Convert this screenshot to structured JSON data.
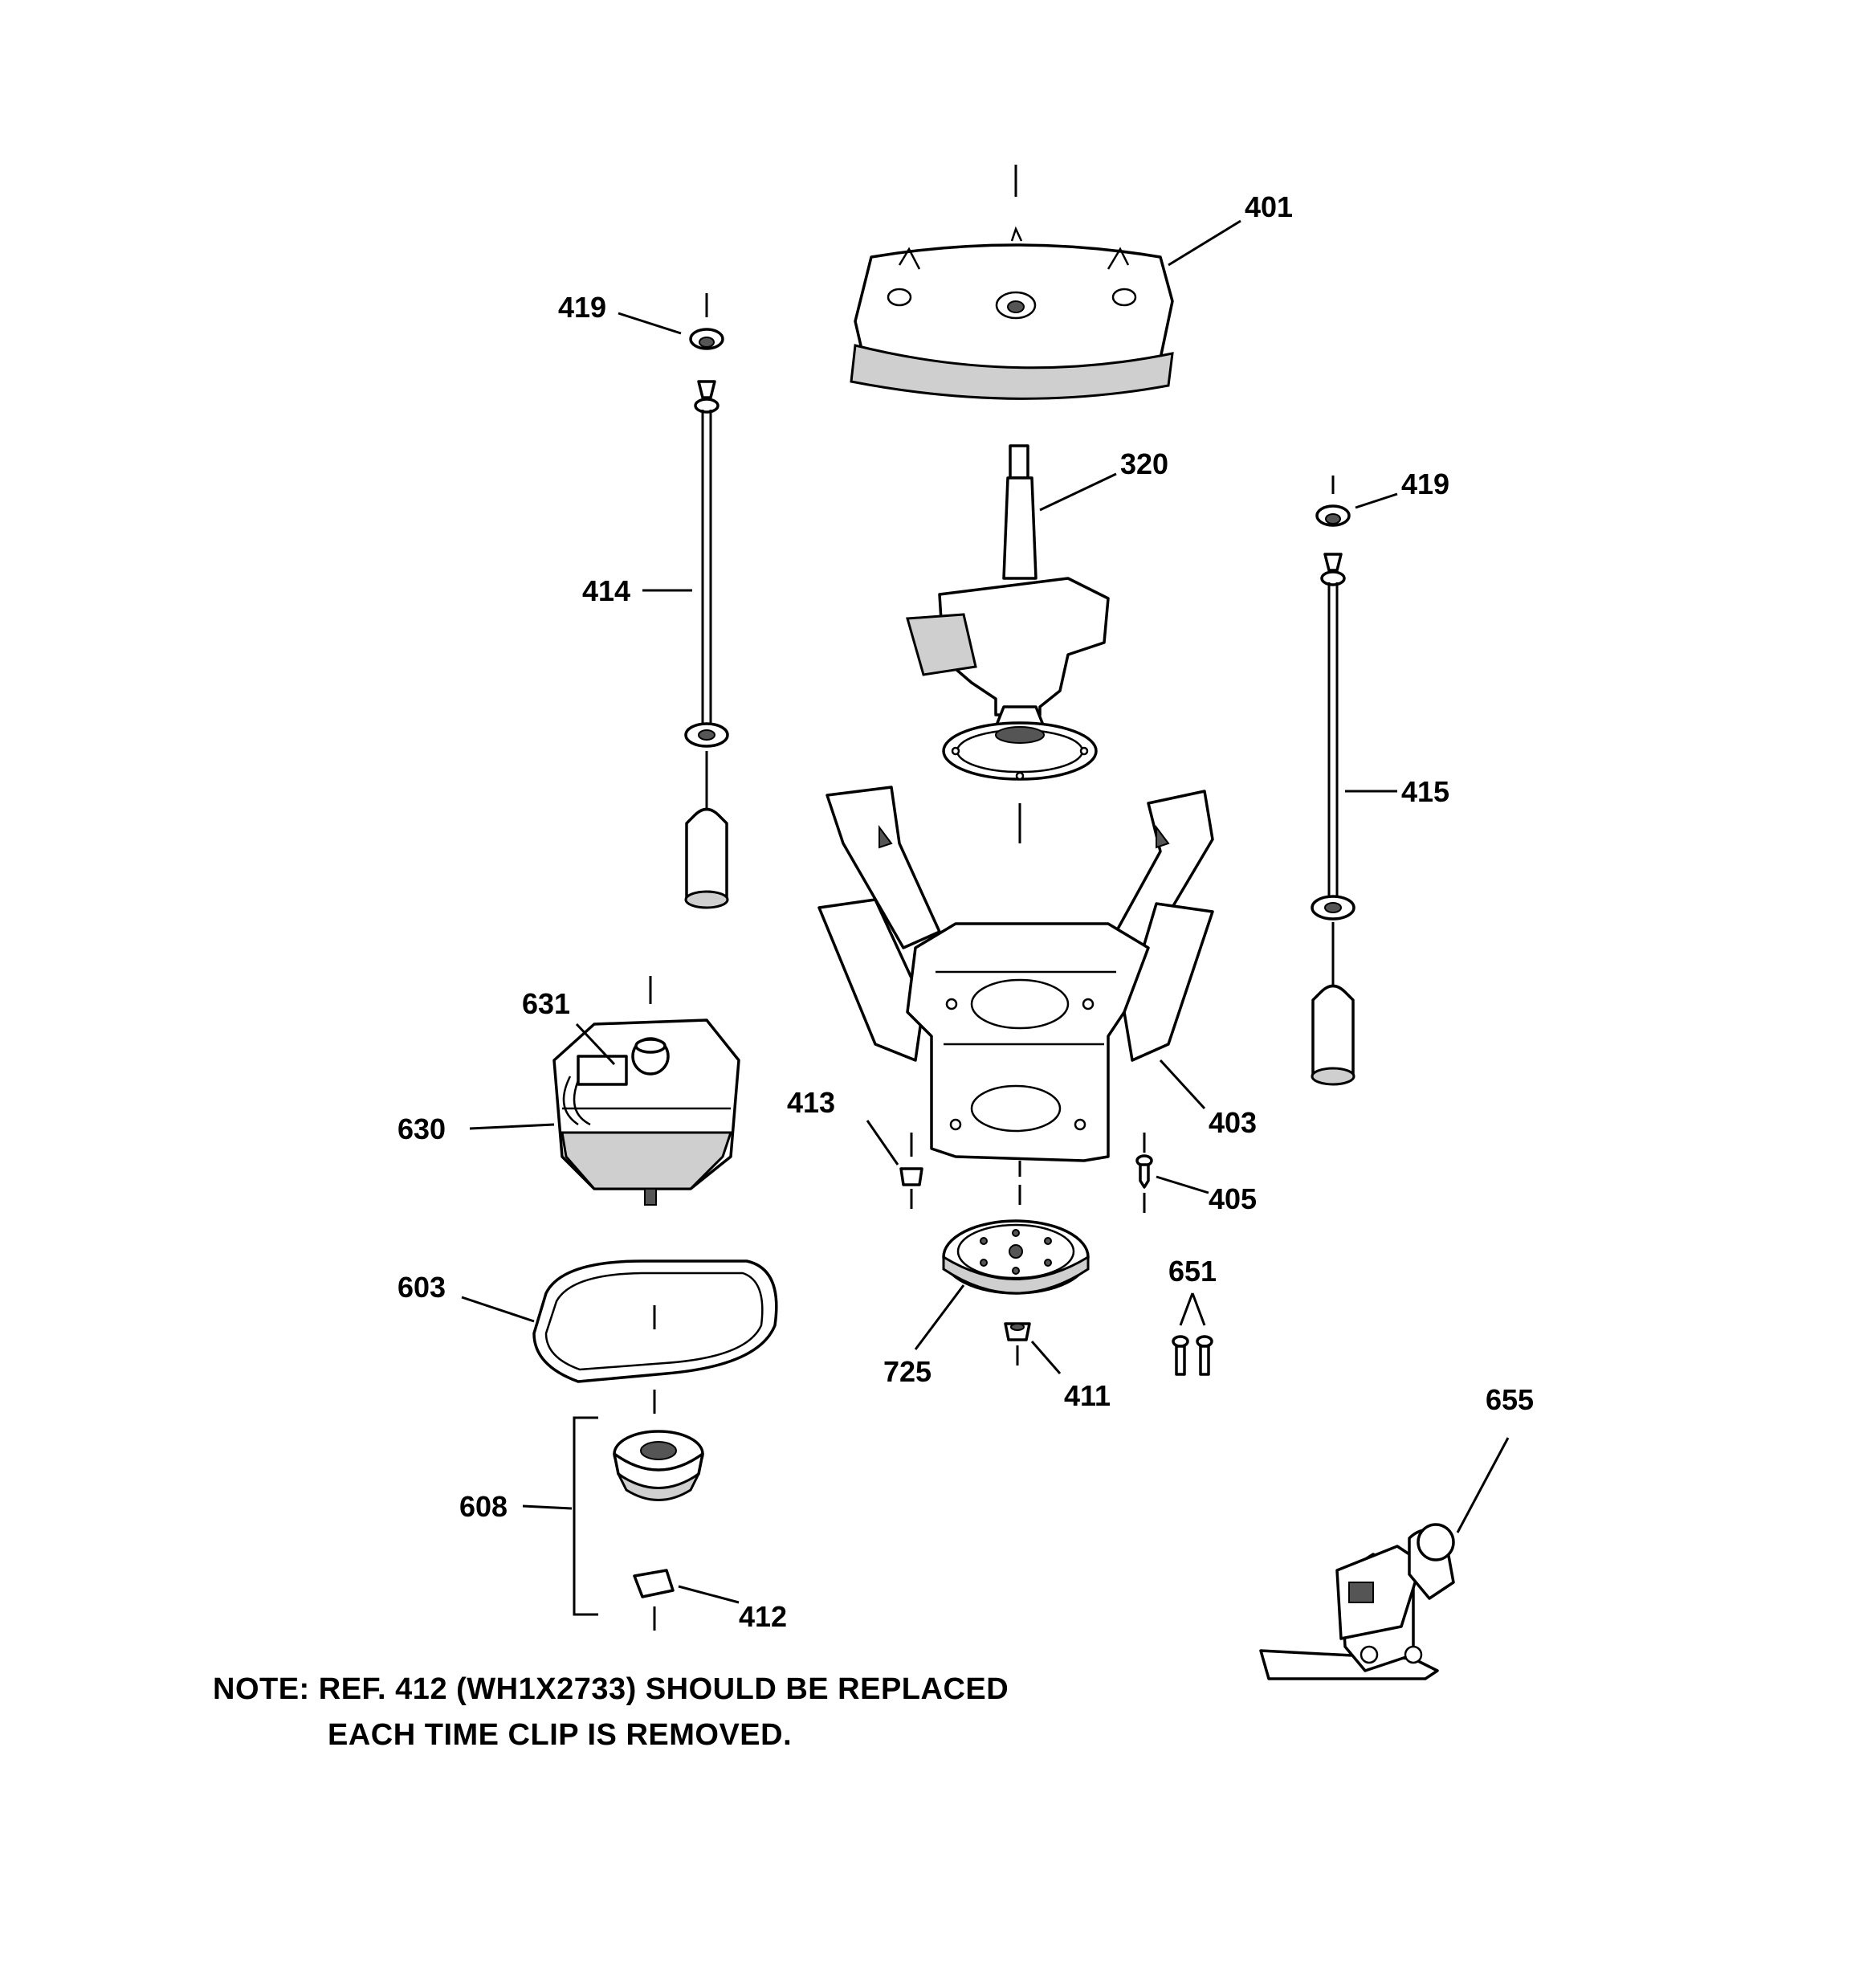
{
  "callouts": {
    "c401": "401",
    "c419a": "419",
    "c320": "320",
    "c419b": "419",
    "c414": "414",
    "c415": "415",
    "c631": "631",
    "c630": "630",
    "c413": "413",
    "c403": "403",
    "c405": "405",
    "c651": "651",
    "c603": "603",
    "c725": "725",
    "c411": "411",
    "c655": "655",
    "c608": "608",
    "c412": "412"
  },
  "note": {
    "line1": "NOTE: REF. 412 (WH1X2733) SHOULD BE REPLACED",
    "line2": "EACH TIME CLIP IS REMOVED."
  },
  "parts": [
    {
      "ref": "401",
      "icon": "tub-cover-icon"
    },
    {
      "ref": "419",
      "icon": "cap-icon"
    },
    {
      "ref": "320",
      "icon": "transmission-icon"
    },
    {
      "ref": "414",
      "icon": "suspension-rod-icon"
    },
    {
      "ref": "415",
      "icon": "suspension-rod-icon"
    },
    {
      "ref": "403",
      "icon": "mounting-bracket-icon"
    },
    {
      "ref": "630",
      "icon": "motor-icon"
    },
    {
      "ref": "631",
      "icon": "capacitor-icon"
    },
    {
      "ref": "603",
      "icon": "belt-icon"
    },
    {
      "ref": "608",
      "icon": "motor-pulley-icon"
    },
    {
      "ref": "412",
      "icon": "clip-icon"
    },
    {
      "ref": "413",
      "icon": "nut-icon"
    },
    {
      "ref": "405",
      "icon": "screw-icon"
    },
    {
      "ref": "651",
      "icon": "screws-icon"
    },
    {
      "ref": "725",
      "icon": "drive-pulley-icon"
    },
    {
      "ref": "411",
      "icon": "nut-icon"
    },
    {
      "ref": "655",
      "icon": "pump-icon"
    }
  ]
}
